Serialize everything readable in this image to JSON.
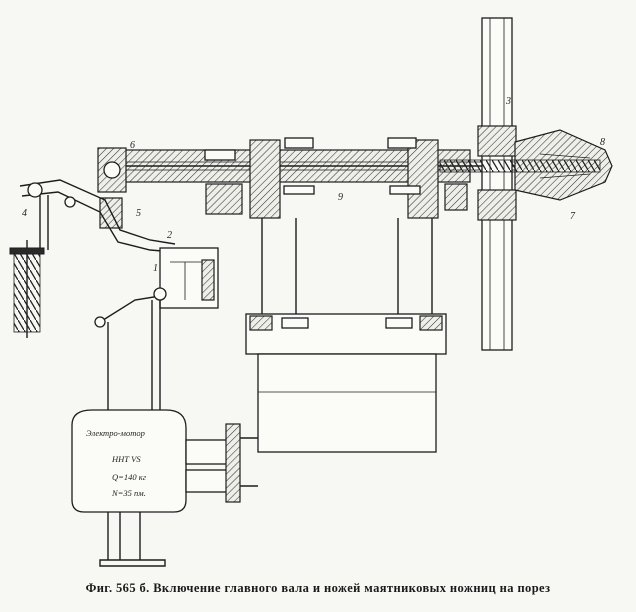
{
  "caption": "Фиг. 565 б. Включение главного вала и ножей маятниковых ножниц на порез",
  "part_labels": {
    "n1": "1",
    "n2": "2",
    "n3": "3",
    "n4": "4",
    "n5": "5",
    "n6": "6",
    "n7": "7",
    "n8": "8",
    "n9": "9"
  },
  "motor_plate": {
    "line1": "Электро-мотор",
    "line2": "ННТ VS",
    "line3": "Q=140 кг",
    "line4": "N=35 пм."
  }
}
